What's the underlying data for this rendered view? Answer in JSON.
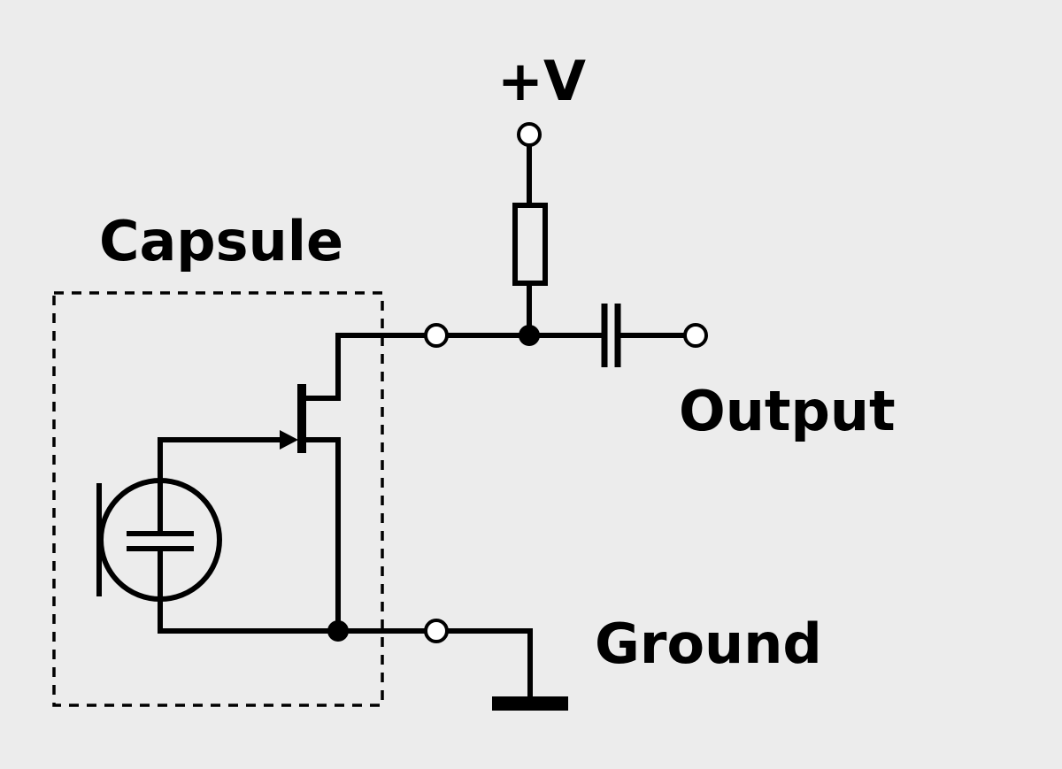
{
  "labels": {
    "supply": "+V",
    "capsule": "Capsule",
    "output": "Output",
    "ground": "Ground"
  },
  "colors": {
    "background": "#ececec",
    "ink": "#000000",
    "terminal_fill": "#ffffff"
  },
  "components": {
    "capsule_boundary": "dashed-rectangle",
    "microphone": "electret-capsule-symbol",
    "transistor": "n-channel-jfet",
    "load_resistor": "resistor",
    "coupling_capacitor": "capacitor",
    "ground": "ground-symbol"
  }
}
